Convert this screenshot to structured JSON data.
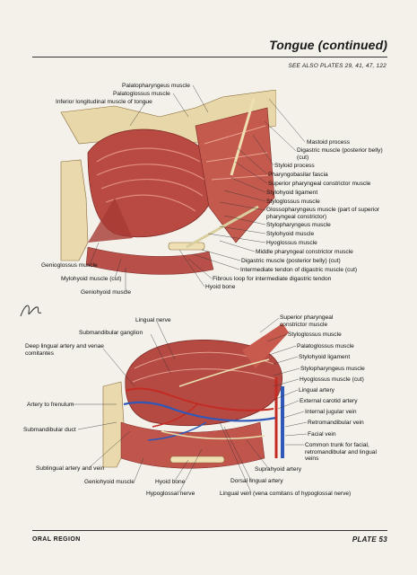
{
  "header": {
    "title": "Tongue (continued)",
    "see_also": "SEE ALSO PLATES 29, 41, 47, 122"
  },
  "figure_top": {
    "labels": {
      "palatopharyngeus": "Palatopharyngeus muscle",
      "palatoglossus": "Palatoglossus muscle",
      "inferior_longitudinal": "Inferior longitudinal muscle of tongue",
      "mastoid_process": "Mastoid process",
      "digastric_posterior": "Digastric muscle (posterior belly) (cut)",
      "styloid_process": "Styloid process",
      "pharyngobasilar": "Pharyngobasilar fascia",
      "superior_constrictor": "Superior pharyngeal constrictor muscle",
      "stylohyoid_ligament": "Stylohyoid ligament",
      "styloglossus": "Styloglossus muscle",
      "glossopharyngeus": "Glossopharyngeus muscle (part of superior pharyngeal constrictor)",
      "stylopharyngeus": "Stylopharyngeus muscle",
      "stylohyoid_muscle": "Stylohyoid muscle",
      "hyoglossus": "Hyoglossus muscle",
      "middle_constrictor": "Middle pharyngeal constrictor muscle",
      "digastric_posterior_cut": "Digastric muscle (posterior belly) (cut)",
      "intermediate_tendon": "Intermediate tendon of digastric muscle (cut)",
      "fibrous_loop": "Fibrous loop for intermediate digastric tendon",
      "hyoid_bone": "Hyoid bone",
      "genioglossus": "Genioglossus muscle",
      "mylohyoid": "Mylohyoid muscle (cut)",
      "geniohyoid": "Geniohyoid muscle"
    }
  },
  "figure_bottom": {
    "labels": {
      "lingual_nerve": "Lingual nerve",
      "submandibular_ganglion": "Submandibular ganglion",
      "deep_lingual": "Deep lingual artery and venae comitantes",
      "artery_frenulum": "Artery to frenulum",
      "submandibular_duct": "Submandibular duct",
      "sublingual": "Sublingual artery and vein",
      "geniohyoid": "Geniohyoid muscle",
      "hyoid_bone": "Hyoid bone",
      "hypoglossal": "Hypoglossal nerve",
      "lingual_vein": "Lingual vein (vena comitans of hypoglossal nerve)",
      "dorsal_lingual": "Dorsal lingual artery",
      "suprahyoid": "Suprahyoid artery",
      "superior_constrictor": "Superior pharyngeal constrictor muscle",
      "styloglossus": "Styloglossus muscle",
      "palatoglossus": "Palatoglossus muscle",
      "stylohyoid_ligament": "Stylohyoid ligament",
      "stylopharyngeus": "Stylopharyngeus muscle",
      "hyoglossus_cut": "Hyoglossus muscle (cut)",
      "lingual_artery": "Lingual artery",
      "external_carotid": "External carotid artery",
      "internal_jugular": "Internal jugular vein",
      "retromandibular": "Retromandibular vein",
      "facial_vein": "Facial vein",
      "common_trunk": "Common trunk for facial, retromandibular and lingual veins"
    }
  },
  "signature": "F. Netter",
  "footer": {
    "section": "ORAL REGION",
    "plate": "PLATE 53"
  },
  "colors": {
    "muscle": "#b4473f",
    "muscle_light": "#d98a7a",
    "bone": "#e6d3a0",
    "artery": "#c42b22",
    "vein": "#2f58b8",
    "nerve": "#e8e0b0"
  }
}
